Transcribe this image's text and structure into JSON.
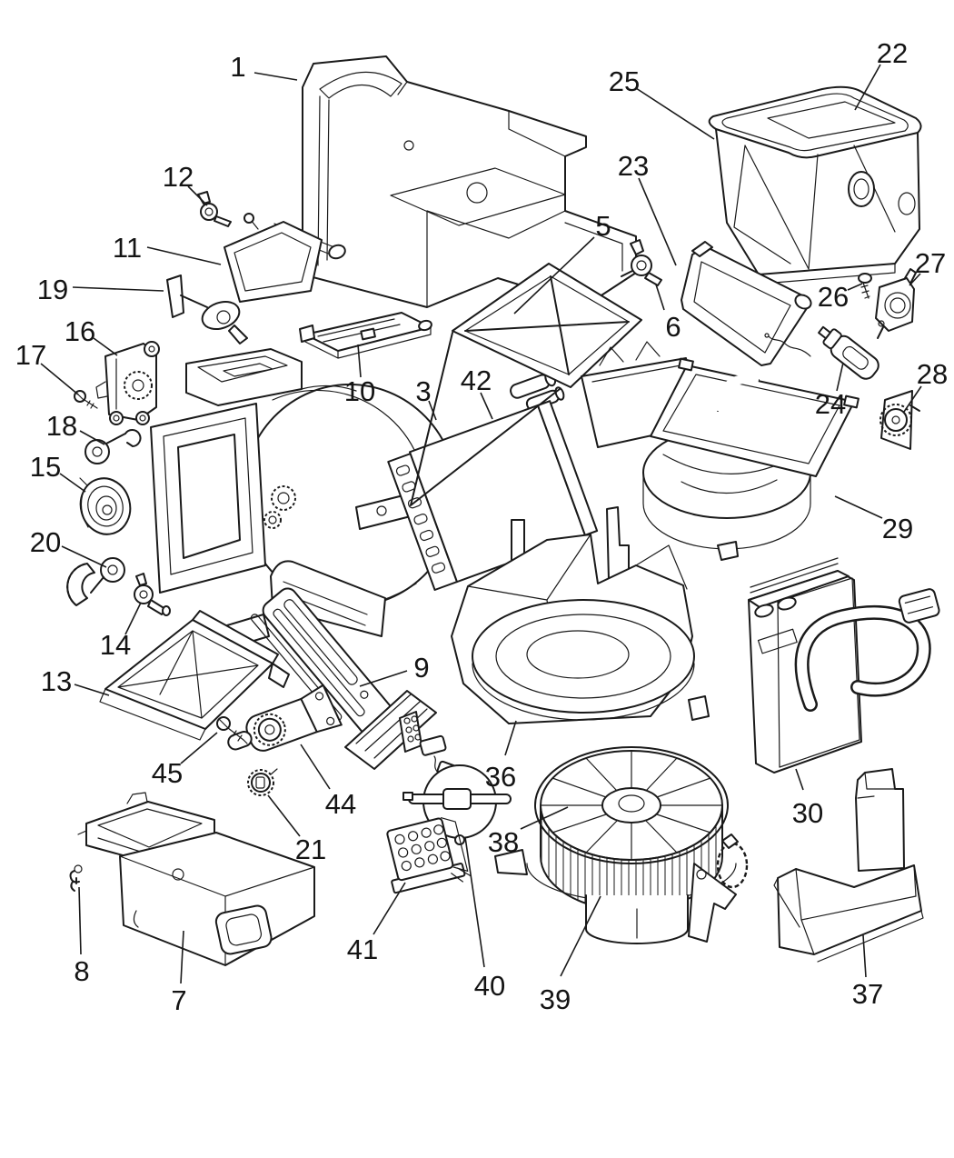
{
  "style": {
    "background": "#ffffff",
    "line_color": "#1a1a1a",
    "label_color": "#141414"
  },
  "callouts": {
    "1": "1",
    "3": "3",
    "5": "5",
    "6": "6",
    "7": "7",
    "8": "8",
    "9": "9",
    "10": "10",
    "11": "11",
    "12": "12",
    "13": "13",
    "14": "14",
    "15": "15",
    "16": "16",
    "17": "17",
    "18": "18",
    "19": "19",
    "20": "20",
    "21": "21",
    "22": "22",
    "23": "23",
    "24": "24",
    "25": "25",
    "26": "26",
    "27": "27",
    "28": "28",
    "29": "29",
    "30": "30",
    "36": "36",
    "37": "37",
    "38": "38",
    "39": "39",
    "40": "40",
    "41": "41",
    "42": "42",
    "44": "44",
    "45": "45"
  }
}
